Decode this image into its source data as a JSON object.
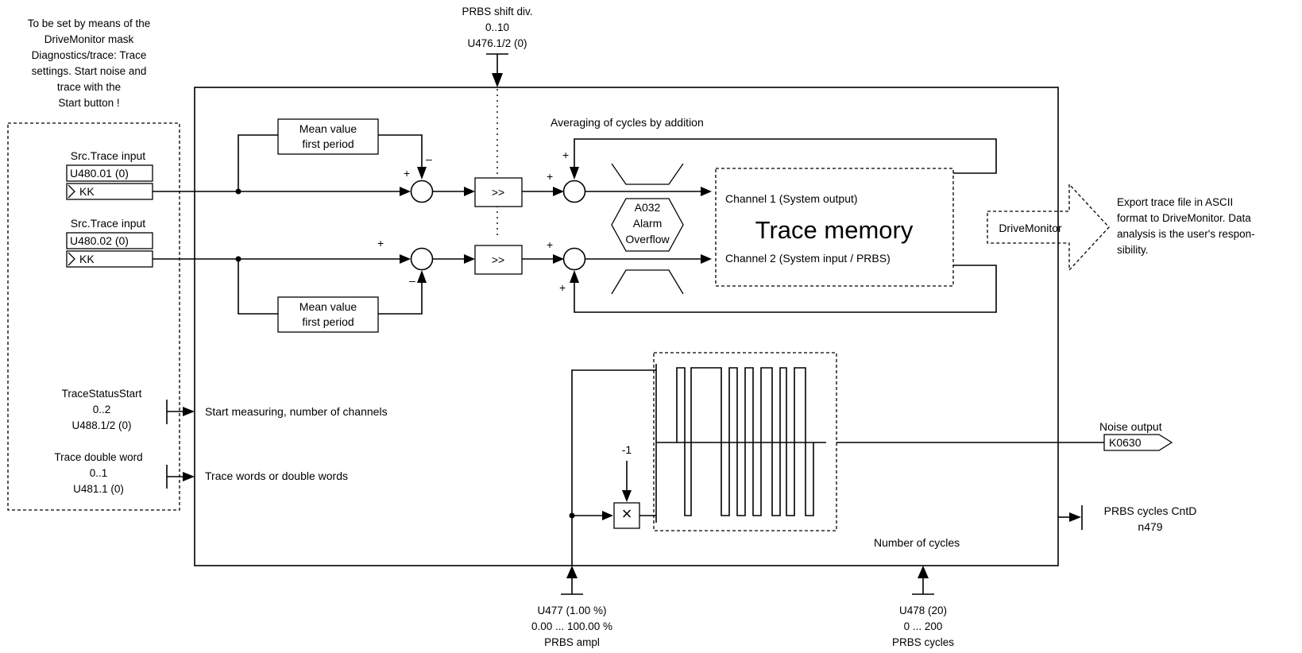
{
  "note_top_left": [
    "To be set by means of the",
    "DriveMonitor mask",
    "Diagnostics/trace: Trace",
    "settings. Start noise and",
    "trace with the",
    "Start button !"
  ],
  "prbs_shift": {
    "name": "PRBS shift div.",
    "range": "0..10",
    "param": "U476.1/2 (0)"
  },
  "averaging_label": "Averaging of cycles by addition",
  "inputs": [
    {
      "label": "Src.Trace input",
      "param": "U480.01 (0)",
      "connector": "KK"
    },
    {
      "label": "Src.Trace input",
      "param": "U480.02 (0)",
      "connector": "KK"
    }
  ],
  "mean_block": [
    "Mean value",
    "first period"
  ],
  "shift_block": ">>",
  "signs": {
    "plus": "+",
    "minus": "–"
  },
  "alarm": [
    "A032",
    "Alarm",
    "Overflow"
  ],
  "trace_memory": {
    "title": "Trace memory",
    "channel1": "Channel 1  (System output)",
    "channel2": "Channel 2  (System input / PRBS)"
  },
  "drivemonitor": "DriveMonitor",
  "export_note": [
    "Export trace file in ASCII",
    "format to DriveMonitor. Data",
    "analysis is the user's respon-",
    "sibility."
  ],
  "trace_status": {
    "name": "TraceStatusStart",
    "range": "0..2",
    "param": "U488.1/2 (0)",
    "desc": "Start measuring, number of channels"
  },
  "trace_double": {
    "name": "Trace double word",
    "range": "0..1",
    "param": "U481.1 (0)",
    "desc": "Trace words or double words"
  },
  "neg_one": "-1",
  "multiply": "×",
  "noise_output": {
    "label": "Noise output",
    "connector": "K0630"
  },
  "prbs_cycles_cntd": {
    "name": "PRBS cycles CntD",
    "param": "n479"
  },
  "number_of_cycles": "Number of cycles",
  "prbs_ampl": {
    "param": "U477 (1.00 %)",
    "range": "0.00 ... 100.00 %",
    "name": "PRBS ampl"
  },
  "prbs_cycles": {
    "param": "U478 (20)",
    "range": "0 ... 200",
    "name": "PRBS cycles"
  }
}
